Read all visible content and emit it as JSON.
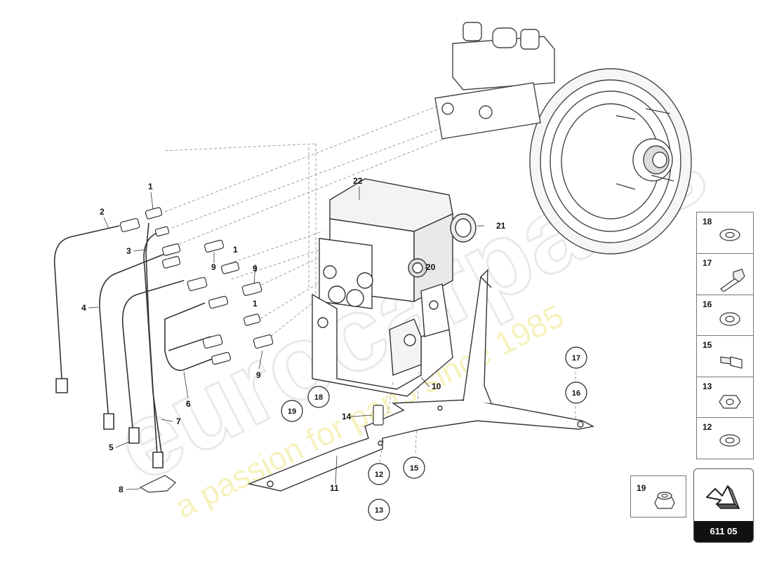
{
  "watermark": {
    "brand": "eurocarparts",
    "tagline": "a passion for parts since 1985"
  },
  "callouts": {
    "c1a": "1",
    "c1b": "1",
    "c1c": "1",
    "c2": "2",
    "c3": "3",
    "c4": "4",
    "c5": "5",
    "c6": "6",
    "c7": "7",
    "c8": "8",
    "c9a": "9",
    "c9b": "9",
    "c9c": "9",
    "c10": "10",
    "c11": "11",
    "c14": "14",
    "c20": "20",
    "c21": "21",
    "c22": "22"
  },
  "circled": {
    "c12": "12",
    "c13": "13",
    "c15": "15",
    "c16": "16",
    "c17": "17",
    "c18": "18",
    "c19": "19"
  },
  "side_parts": [
    {
      "number": "18",
      "icon": "washer-icon"
    },
    {
      "number": "17",
      "icon": "bolt-icon"
    },
    {
      "number": "16",
      "icon": "washer-icon"
    },
    {
      "number": "15",
      "icon": "sensor-plug-icon"
    },
    {
      "number": "13",
      "icon": "hex-nut-icon"
    },
    {
      "number": "12",
      "icon": "washer-icon"
    }
  ],
  "box19": {
    "number": "19",
    "icon": "lock-nut-icon"
  },
  "navigation": {
    "code": "611 05",
    "icon": "next-arrow-icon"
  }
}
